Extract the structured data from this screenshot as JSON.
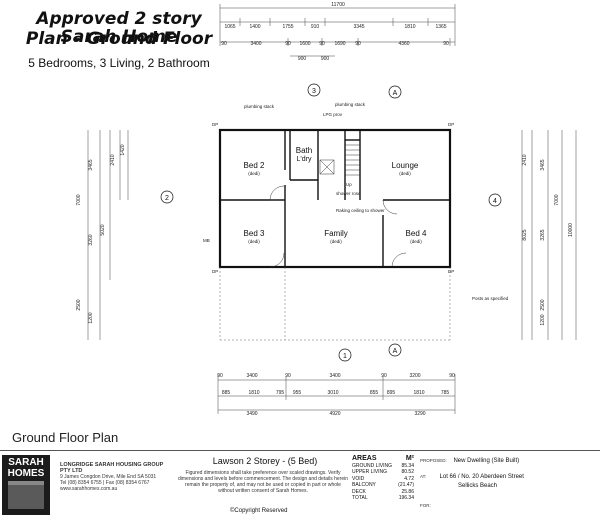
{
  "header": {
    "title_line1": "Approved  2 story Sarah Home",
    "title_line2": "Plan - Ground Floor",
    "subtitle": "5 Bedrooms, 3 Living, 2 Bathroom"
  },
  "plan_caption": "Ground Floor Plan",
  "rooms": {
    "bed2": {
      "name": "Bed 2",
      "sub": "(dedi)"
    },
    "bath": {
      "name": "Bath",
      "sub": "L'dry"
    },
    "lounge": {
      "name": "Lounge",
      "sub": "(dedi)"
    },
    "bed3": {
      "name": "Bed 3",
      "sub": "(dedi)"
    },
    "family": {
      "name": "Family",
      "sub": "(dedi)"
    },
    "bed4": {
      "name": "Bed 4",
      "sub": "(dedi)"
    }
  },
  "annotations": {
    "plumbing_stack_left": "plumbing stack",
    "plumbing_stack_right": "plumbing stack",
    "lpg": "LPG prov",
    "up": "Up",
    "shower_rose": "shower rose",
    "raking": "Raking ceiling to shower",
    "posts": "Posts as specified",
    "dp": "DP",
    "mb": "MB"
  },
  "markers": [
    "2",
    "4",
    "1",
    "3",
    "A",
    "A"
  ],
  "dims_top": {
    "overall": "11700",
    "row1": [
      "1065",
      "1400",
      "1755",
      "910",
      "3345",
      "1810",
      "1365"
    ],
    "row2": [
      "3400",
      "90",
      "1600",
      "90",
      "1690",
      "90",
      "4360",
      "90"
    ],
    "row3": [
      "900",
      "900"
    ]
  },
  "dims_bottom": {
    "row1": [
      "3400",
      "90",
      "3400",
      "90",
      "3200",
      "90"
    ],
    "row2": [
      "885",
      "1810",
      "795",
      "955",
      "3010",
      "855",
      "895",
      "1810",
      "785"
    ],
    "row3": [
      "3490",
      "4920",
      "3290"
    ]
  },
  "dims_left": [
    "3465",
    "2410",
    "1420",
    "7000",
    "3260",
    "5020",
    "2500",
    "1200"
  ],
  "dims_right": [
    "2410",
    "3465",
    "8025",
    "3265",
    "7000",
    "10000",
    "2500",
    "1200"
  ],
  "title_block": {
    "logo_line1": "SARAH",
    "logo_line2": "HOMES",
    "company": "LONGRIDGE SARAH HOUSING GROUP PTY LTD",
    "address": "9 James Congdon Drive, Mile End SA 5031",
    "phone": "Tel (08) 8354 6755 | Fax (08) 8354 6767",
    "web": "www.sarahhomes.com.au",
    "project": "Lawson 2 Storey - (5 Bed)",
    "notes": "Figured dimensions shall take preference over scaled drawings. Verify dimensions and levels before commencement. The design and details herein remain the property of, and may not be used or copied in part or whole without written consent of Sarah Homes.",
    "copyright": "©Copyright  Reserved",
    "areas_title": "AREAS",
    "areas_unit": "M²",
    "areas": [
      {
        "label": "GROUND LIVING",
        "value": "85.34"
      },
      {
        "label": "UPPER LIVING",
        "value": "80.52"
      },
      {
        "label": "VOID",
        "value": "4.72"
      },
      {
        "label": "BALCONY",
        "value": "(21.47)"
      },
      {
        "label": "DECK",
        "value": "25.86"
      },
      {
        "label": "TOTAL",
        "value": "196.34"
      }
    ],
    "proposed_label": "PROPOSED:",
    "proposed_value": "New Dwelling (Site Built)",
    "at_label": "AT:",
    "site": "Lot 66 / No. 20 Aberdeen Street",
    "suburb": "Sellicks Beach",
    "for_label": "FOR:"
  },
  "colors": {
    "line": "#1a1a1a",
    "wall": "#111111",
    "dim": "#444444"
  }
}
